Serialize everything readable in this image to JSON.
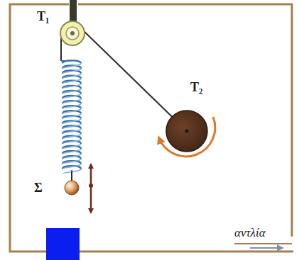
{
  "diagram": {
    "labels": [
      "T₁",
      "T₂",
      "Σ",
      "αντλία"
    ]
  }
}
